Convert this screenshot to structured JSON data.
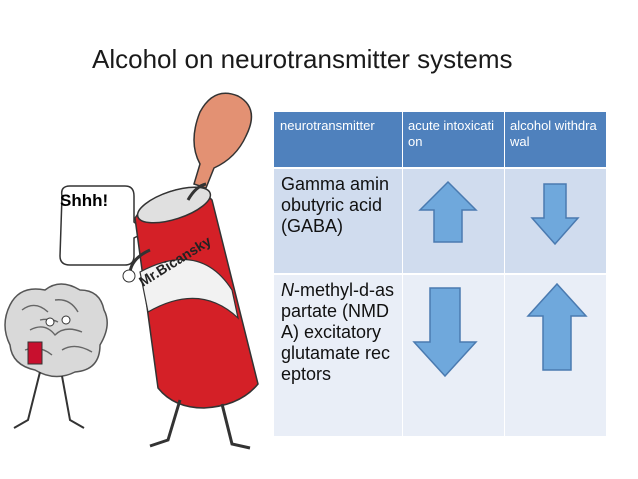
{
  "title": "Alcohol on neurotransmitter systems",
  "cartoon": {
    "speech_text": "Shhh!",
    "can_text": "Mr.Bicansky"
  },
  "table": {
    "headers": [
      "neurotransmitter",
      "acute intoxication",
      "alcohol withdrawal"
    ],
    "rows": [
      {
        "name": "Gamma aminobutyric acid (GABA)",
        "acute": "up",
        "withdrawal": "down"
      },
      {
        "name_italic": "N",
        "name_rest": "-methyl-d-aspartate (NMDA) excitatory glutamate receptors",
        "acute": "down",
        "withdrawal": "up"
      }
    ]
  },
  "colors": {
    "header": "#4f81bd",
    "row1": "#d0dcee",
    "row2": "#e9eef7",
    "arrow": "#6fa8dc",
    "arrow_stroke": "#4a7ab0"
  }
}
